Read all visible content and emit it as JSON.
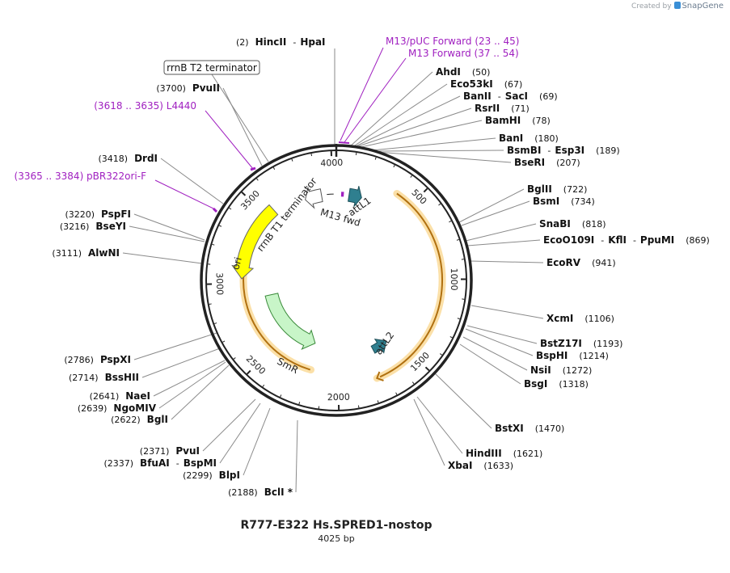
{
  "credit": {
    "prefix": "Created by",
    "brand": "SnapGene"
  },
  "plasmid": {
    "name": "R777-E322 Hs.SPRED1-nostop",
    "length_label": "4025 bp",
    "length": 4025
  },
  "ruler_ticks": [
    "500",
    "1000",
    "1500",
    "2000",
    "2500",
    "3000",
    "3500",
    "4000"
  ],
  "colors": {
    "primer": "#a020c0",
    "ori": "#ffff00",
    "smr": "#c8f5c8",
    "att": "#2f7f8f",
    "orf_track": "#f0b040"
  },
  "features": [
    {
      "id": "ori",
      "label": "ori"
    },
    {
      "id": "smr",
      "label": "SmR"
    },
    {
      "id": "attL1",
      "label": "attL1"
    },
    {
      "id": "attL2",
      "label": "attL2"
    },
    {
      "id": "rrnB_T1",
      "label": "rrnB T1 terminator"
    },
    {
      "id": "m13fwd",
      "label": "M13 fwd"
    }
  ],
  "labels": [
    {
      "id": "hincii",
      "pos": "(2)",
      "name": "HincII",
      "extra": [
        "HpaI"
      ]
    },
    {
      "id": "rrnb-t2",
      "boxed": "rrnB T2 terminator"
    },
    {
      "id": "pvuii",
      "pos": "(3700)",
      "name": "PvuII"
    },
    {
      "id": "l4440",
      "primer": "(3618 .. 3635)  L4440"
    },
    {
      "id": "drdi",
      "pos": "(3418)",
      "name": "DrdI"
    },
    {
      "id": "pbr322",
      "primer": "(3365 .. 3384)  pBR322ori-F"
    },
    {
      "id": "pspfi",
      "pos": "(3220)",
      "name": "PspFI"
    },
    {
      "id": "bseyi",
      "pos": "(3216)",
      "name": "BseYI"
    },
    {
      "id": "alwni",
      "pos": "(3111)",
      "name": "AlwNI"
    },
    {
      "id": "pspxi",
      "pos": "(2786)",
      "name": "PspXI"
    },
    {
      "id": "bsshii",
      "pos": "(2714)",
      "name": "BssHII"
    },
    {
      "id": "naei",
      "pos": "(2641)",
      "name": "NaeI"
    },
    {
      "id": "ngomiv",
      "pos": "(2639)",
      "name": "NgoMIV"
    },
    {
      "id": "bgli",
      "pos": "(2622)",
      "name": "BglI"
    },
    {
      "id": "pvui",
      "pos": "(2371)",
      "name": "PvuI"
    },
    {
      "id": "bfuai",
      "pos": "(2337)",
      "name": "BfuAI",
      "extra": [
        "BspMI"
      ]
    },
    {
      "id": "blpi",
      "pos": "(2299)",
      "name": "BlpI"
    },
    {
      "id": "bcli",
      "pos": "(2188)",
      "name": "BclI *"
    },
    {
      "id": "m13puc",
      "primer": "M13/pUC Forward   (23 .. 45)"
    },
    {
      "id": "m13fwd-primer",
      "primer": "M13 Forward   (37 .. 54)"
    },
    {
      "id": "ahdi",
      "name": "AhdI",
      "pos": "(50)"
    },
    {
      "id": "eco53ki",
      "name": "Eco53kI",
      "pos": "(67)"
    },
    {
      "id": "banii",
      "name": "BanII",
      "extra": [
        "SacI"
      ],
      "pos": "(69)"
    },
    {
      "id": "rsrii",
      "name": "RsrII",
      "pos": "(71)"
    },
    {
      "id": "bamhi",
      "name": "BamHI",
      "pos": "(78)"
    },
    {
      "id": "bani",
      "name": "BanI",
      "pos": "(180)"
    },
    {
      "id": "bsmbi",
      "name": "BsmBI",
      "extra": [
        "Esp3I"
      ],
      "pos": "(189)"
    },
    {
      "id": "bseri",
      "name": "BseRI",
      "pos": "(207)"
    },
    {
      "id": "bglii",
      "name": "BglII",
      "pos": "(722)"
    },
    {
      "id": "bsmi",
      "name": "BsmI",
      "pos": "(734)"
    },
    {
      "id": "snabi",
      "name": "SnaBI",
      "pos": "(818)"
    },
    {
      "id": "eco0109i",
      "name": "EcoO109I",
      "extra": [
        "KflI",
        "PpuMI"
      ],
      "pos": "(869)"
    },
    {
      "id": "ecorv",
      "name": "EcoRV",
      "pos": "(941)"
    },
    {
      "id": "xcmi",
      "name": "XcmI",
      "pos": "(1106)"
    },
    {
      "id": "bstz17i",
      "name": "BstZ17I",
      "pos": "(1193)"
    },
    {
      "id": "bsphi",
      "name": "BspHI",
      "pos": "(1214)"
    },
    {
      "id": "nsii",
      "name": "NsiI",
      "pos": "(1272)"
    },
    {
      "id": "bsgi",
      "name": "BsgI",
      "pos": "(1318)"
    },
    {
      "id": "bstxi",
      "name": "BstXI",
      "pos": "(1470)"
    },
    {
      "id": "hindiii",
      "name": "HindIII",
      "pos": "(1621)"
    },
    {
      "id": "xbai",
      "name": "XbaI",
      "pos": "(1633)"
    }
  ]
}
